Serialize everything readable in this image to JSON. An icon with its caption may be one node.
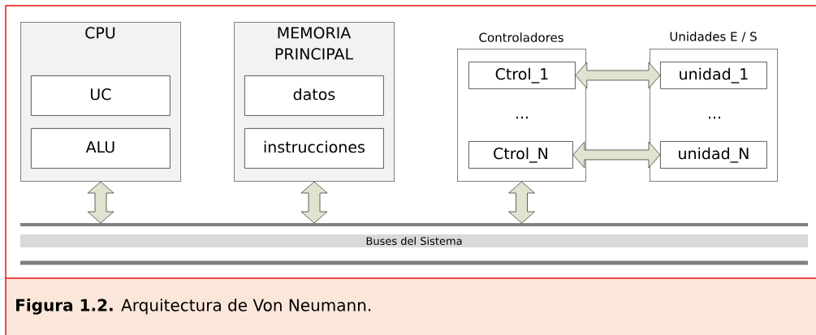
{
  "diagram": {
    "caption": "**Figura 1.2.** Arquitectura de Von Neumann.",
    "nodes": [
      {
        "text": [
          "CPU"
        ]
      },
      {
        "text": [
          "UC"
        ],
        "in": 0
      },
      {
        "text": [
          "ALU"
        ],
        "in": 0
      },
      {
        "text": [
          "MEMORIA PRINCIPAL"
        ]
      },
      {
        "text": [
          "datos"
        ],
        "in": 3
      },
      {
        "text": [
          "instrucciones"
        ],
        "in": 3
      },
      {
        "text": [
          "Controladores"
        ]
      },
      {
        "text": [
          "Ctrol_1"
        ],
        "in": 6
      },
      {
        "text": [
          "Ctrol_N"
        ],
        "in": 6
      },
      {
        "text": [
          "Unidades E / S"
        ]
      },
      {
        "text": [
          "unidad_1"
        ],
        "in": 9
      },
      {
        "text": [
          "unidad_N"
        ],
        "in": 9
      },
      {
        "text": [
          "Buses del Sistema"
        ]
      }
    ],
    "edges": [
      {
        "from": 0,
        "to": 12,
        "arrow": "both"
      },
      {
        "from": 3,
        "to": 12,
        "arrow": "both"
      },
      {
        "from": 6,
        "to": 12,
        "arrow": "both"
      },
      {
        "from": 7,
        "to": 10,
        "arrow": "both"
      },
      {
        "from": 8,
        "to": 11,
        "arrow": "both"
      }
    ],
    "labels": [
      "...",
      "..."
    ]
  }
}
